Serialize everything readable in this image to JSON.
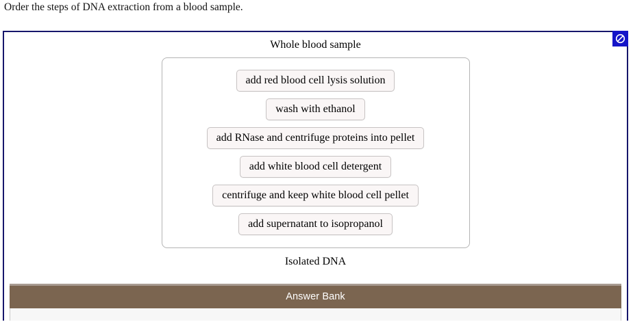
{
  "question": {
    "stem": "Order the steps of DNA extraction from a blood sample."
  },
  "status_badge": {
    "icon": "prohibited-icon",
    "background_color": "#1414c8",
    "glyph_color": "#ffffff"
  },
  "ordering_exercise": {
    "top_label": "Whole blood sample",
    "bottom_label": "Isolated DNA",
    "steps": [
      {
        "label": "add red blood cell lysis solution"
      },
      {
        "label": "wash with ethanol"
      },
      {
        "label": "add RNase and centrifuge proteins into pellet"
      },
      {
        "label": "add white blood cell detergent"
      },
      {
        "label": "centrifuge and keep white blood cell pellet"
      },
      {
        "label": "add supernatant to isopropanol"
      }
    ]
  },
  "answer_bank": {
    "title": "Answer Bank",
    "header_color": "#7b6550",
    "body_color": "#f7f7f7"
  },
  "theme": {
    "container_border": "#16166b",
    "drop_zone_border": "#b4b4b4",
    "chip_background": "#faf6f6",
    "chip_border": "#c6c2c2"
  }
}
